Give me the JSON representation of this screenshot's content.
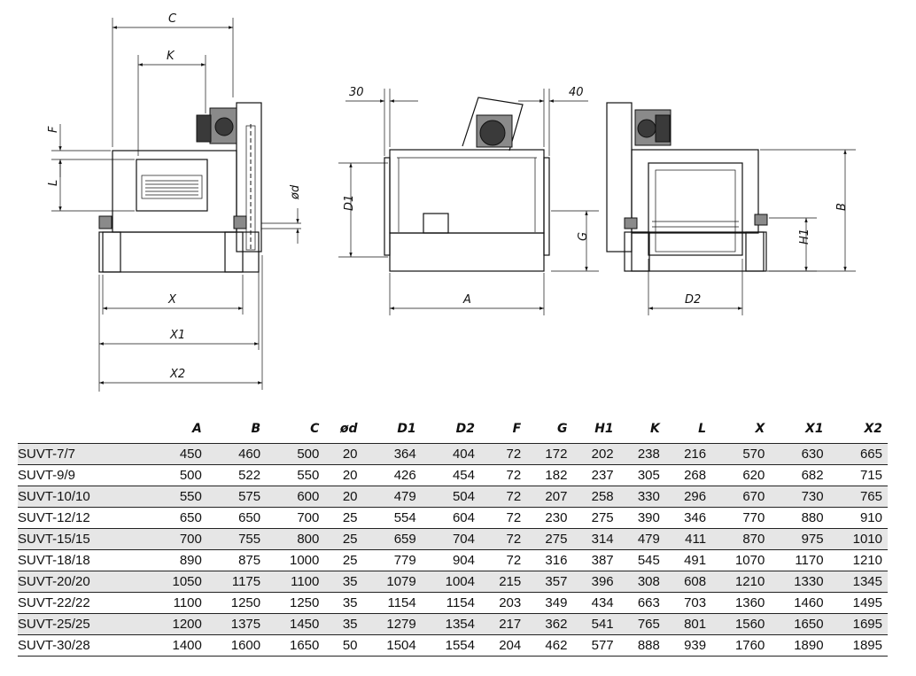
{
  "dimension_labels": {
    "C": "C",
    "K": "K",
    "F": "F",
    "L": "L",
    "od": "ød",
    "X": "X",
    "X1": "X1",
    "X2": "X2",
    "w30": "30",
    "w40": "40",
    "D1": "D1",
    "G": "G",
    "A": "A",
    "D2": "D2",
    "H1": "H1",
    "B": "B"
  },
  "table": {
    "columns": [
      "",
      "A",
      "B",
      "C",
      "ød",
      "D1",
      "D2",
      "F",
      "G",
      "H1",
      "K",
      "L",
      "X",
      "X1",
      "X2"
    ],
    "rows": [
      [
        "SUVT-7/7",
        "450",
        "460",
        "500",
        "20",
        "364",
        "404",
        "72",
        "172",
        "202",
        "238",
        "216",
        "570",
        "630",
        "665"
      ],
      [
        "SUVT-9/9",
        "500",
        "522",
        "550",
        "20",
        "426",
        "454",
        "72",
        "182",
        "237",
        "305",
        "268",
        "620",
        "682",
        "715"
      ],
      [
        "SUVT-10/10",
        "550",
        "575",
        "600",
        "20",
        "479",
        "504",
        "72",
        "207",
        "258",
        "330",
        "296",
        "670",
        "730",
        "765"
      ],
      [
        "SUVT-12/12",
        "650",
        "650",
        "700",
        "25",
        "554",
        "604",
        "72",
        "230",
        "275",
        "390",
        "346",
        "770",
        "880",
        "910"
      ],
      [
        "SUVT-15/15",
        "700",
        "755",
        "800",
        "25",
        "659",
        "704",
        "72",
        "275",
        "314",
        "479",
        "411",
        "870",
        "975",
        "1010"
      ],
      [
        "SUVT-18/18",
        "890",
        "875",
        "1000",
        "25",
        "779",
        "904",
        "72",
        "316",
        "387",
        "545",
        "491",
        "1070",
        "1170",
        "1210"
      ],
      [
        "SUVT-20/20",
        "1050",
        "1175",
        "1100",
        "35",
        "1079",
        "1004",
        "215",
        "357",
        "396",
        "308",
        "608",
        "1210",
        "1330",
        "1345"
      ],
      [
        "SUVT-22/22",
        "1100",
        "1250",
        "1250",
        "35",
        "1154",
        "1154",
        "203",
        "349",
        "434",
        "663",
        "703",
        "1360",
        "1460",
        "1495"
      ],
      [
        "SUVT-25/25",
        "1200",
        "1375",
        "1450",
        "35",
        "1279",
        "1354",
        "217",
        "362",
        "541",
        "765",
        "801",
        "1560",
        "1650",
        "1695"
      ],
      [
        "SUVT-30/28",
        "1400",
        "1600",
        "1650",
        "50",
        "1504",
        "1554",
        "204",
        "462",
        "577",
        "888",
        "939",
        "1760",
        "1890",
        "1895"
      ]
    ]
  }
}
